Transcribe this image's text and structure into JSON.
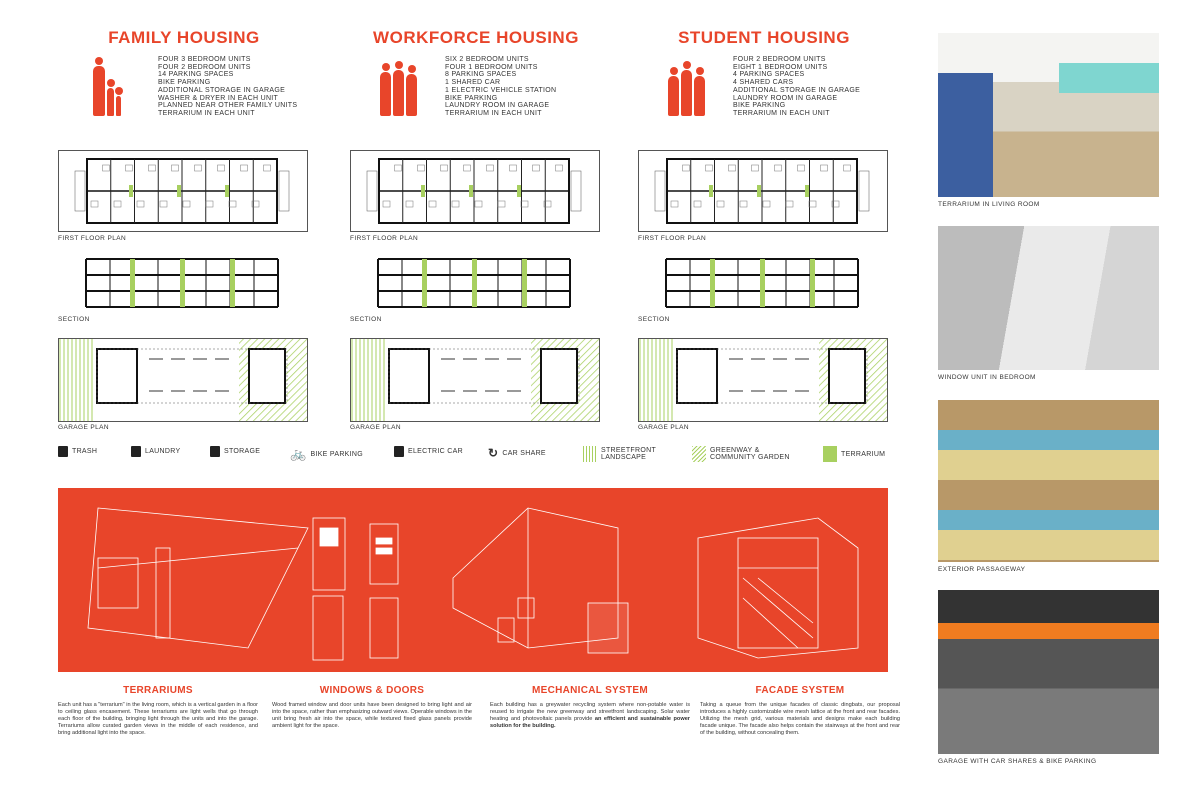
{
  "housing": [
    {
      "title": "FAMILY HOUSING",
      "people": "family",
      "features": [
        "FOUR 3 BEDROOM UNITS",
        "FOUR 2 BEDROOM UNITS",
        "14 PARKING SPACES",
        "BIKE PARKING",
        "ADDITIONAL STORAGE IN GARAGE",
        "WASHER & DRYER IN EACH UNIT",
        "PLANNED NEAR OTHER FAMILY UNITS",
        "TERRARIUM IN EACH UNIT"
      ],
      "first_floor_label": "FIRST FLOOR PLAN",
      "section_label": "SECTION",
      "garage_label": "GARAGE PLAN"
    },
    {
      "title": "WORKFORCE HOUSING",
      "people": "workers",
      "features": [
        "SIX 2 BEDROOM UNITS",
        "FOUR 1 BEDROOM UNITS",
        "8 PARKING SPACES",
        "1 SHARED CAR",
        "1 ELECTRIC VEHICLE STATION",
        "BIKE PARKING",
        "LAUNDRY ROOM IN GARAGE",
        "TERRARIUM IN EACH UNIT"
      ],
      "first_floor_label": "FIRST FLOOR PLAN",
      "section_label": "SECTION",
      "garage_label": "GARAGE PLAN"
    },
    {
      "title": "STUDENT HOUSING",
      "people": "students",
      "features": [
        "FOUR 2 BEDROOM UNITS",
        "EIGHT 1 BEDROOM UNITS",
        "4 PARKING SPACES",
        "4 SHARED CARS",
        "ADDITIONAL STORAGE IN GARAGE",
        "LAUNDRY ROOM IN GARAGE",
        "BIKE PARKING",
        "TERRARIUM IN EACH UNIT"
      ],
      "first_floor_label": "FIRST FLOOR PLAN",
      "section_label": "SECTION",
      "garage_label": "GARAGE PLAN"
    }
  ],
  "legend": [
    {
      "label": "TRASH",
      "icon": "trash-icon"
    },
    {
      "label": "LAUNDRY",
      "icon": "laundry-icon"
    },
    {
      "label": "STORAGE",
      "icon": "storage-icon"
    },
    {
      "label": "BIKE PARKING",
      "icon": "bike-icon"
    },
    {
      "label": "ELECTRIC CAR",
      "icon": "plug-icon"
    },
    {
      "label": "CAR SHARE",
      "icon": "car-share-icon"
    },
    {
      "label": "STREETFRONT\nLANDSCAPE",
      "icon": "streetfront-swatch"
    },
    {
      "label": "GREENWAY &\nCOMMUNITY GARDEN",
      "icon": "greenway-swatch"
    },
    {
      "label": "TERRARIUM",
      "icon": "terrarium-swatch"
    }
  ],
  "sections": [
    {
      "title": "TERRARIUMS",
      "text": "Each unit has a \"terrarium\" in the living room, which is a vertical garden in a floor to ceiling glass encasement.  These terrariums are light wells that go through each floor of the building, bringing light through the units and into the garage.  Terrariums allow curated garden views in the middle of each residence, and bring additional light into the space."
    },
    {
      "title": "WINDOWS & DOORS",
      "text": "Wood framed window and door units have been designed to bring light and air into the space, rather than emphasizing outward views. Operable windows in the unit bring fresh air into the space, while textured fixed glass panels provide ambient light for the space."
    },
    {
      "title": "MECHANICAL SYSTEM",
      "text": "Each building has a greywater recycling system where non-potable water is reused to irrigate the new greenway and streetfront landscaping.  Solar water heating and photovoltaic panels provide",
      "bold": "an efficient and sustainable power solution for the building."
    },
    {
      "title": "FACADE SYSTEM",
      "text": "Taking a queue from the unique facades of classic dingbats, our proposal introduces a highly customizable wire mesh lattice at the front and rear facades.  Utilizing the mesh grid, various materials and designs make each building facade unique.  The facade also helps contain the stairways at the front and rear of the building, without concealing them."
    }
  ],
  "photos": [
    {
      "caption": "TERRARIUM IN LIVING ROOM"
    },
    {
      "caption": "WINDOW UNIT IN BEDROOM"
    },
    {
      "caption": "EXTERIOR PASSAGEWAY"
    },
    {
      "caption": "GARAGE WITH CAR SHARES & BIKE PARKING"
    }
  ],
  "colors": {
    "accent": "#e8452a",
    "green": "#a8d060"
  }
}
